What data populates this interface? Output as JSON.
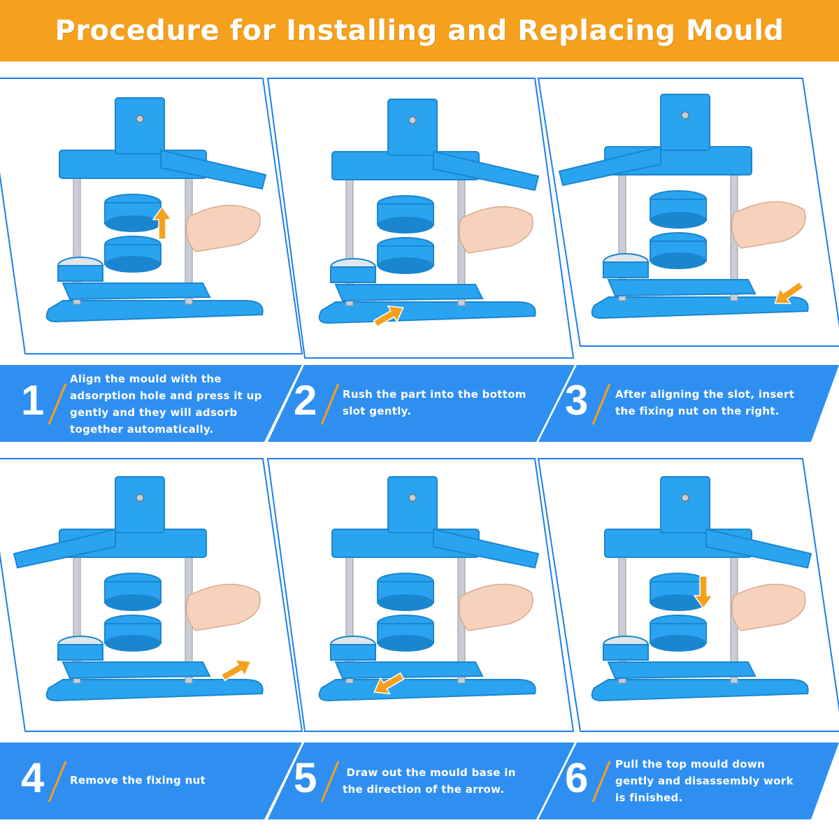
{
  "header": {
    "title": "Procedure for Installing and Replacing Mould"
  },
  "colors": {
    "header_bg": "#f5a11d",
    "caption_bg": "#2f8ff0",
    "panel_border": "#1f7fe6",
    "machine_blue": "#2aa4f0",
    "machine_dark": "#1a86cf",
    "arrow_orange": "#f5a11d",
    "skin": "#f6d2bd",
    "metal": "#c9ced4",
    "number_slash": "#f5a11d"
  },
  "steps": [
    {
      "number": "1",
      "caption_lines": [
        "Align the mould with the",
        "adsorption hole and press it up",
        "gently and they will adsorb",
        "together automatically."
      ],
      "arrow_direction": "up"
    },
    {
      "number": "2",
      "caption_lines": [
        "Rush the part into the bottom",
        "slot gently."
      ],
      "arrow_direction": "up-right"
    },
    {
      "number": "3",
      "caption_lines": [
        "After aligning the slot, insert",
        "the fixing nut on the right."
      ],
      "arrow_direction": "down-left"
    },
    {
      "number": "4",
      "caption_lines": [
        "Remove the fixing nut"
      ],
      "arrow_direction": "up-right"
    },
    {
      "number": "5",
      "caption_lines": [
        " Draw out the mould base in",
        "the direction of the arrow."
      ],
      "arrow_direction": "down-left"
    },
    {
      "number": "6",
      "caption_lines": [
        "Pull the top mould down",
        "gently and disassembly work",
        "is finished."
      ],
      "arrow_direction": "down"
    }
  ]
}
